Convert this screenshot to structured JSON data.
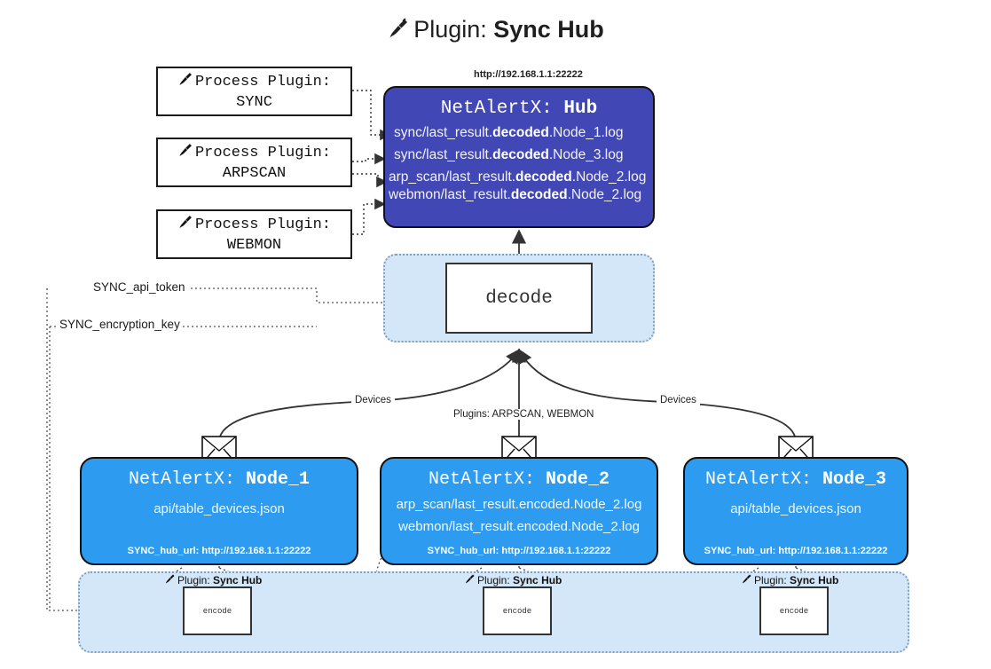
{
  "title": {
    "prefix": "Plugin:",
    "name": "Sync Hub",
    "icon": "plug-icon"
  },
  "colors": {
    "hub_fill": "#4147b5",
    "node_fill": "#2d9cf0",
    "container_fill": "#d4e7f8",
    "container_border": "#7f9fbf",
    "stroke": "#1a1a1a",
    "page_bg": "#ffffff"
  },
  "process_plugins": [
    {
      "title": "Process Plugin:",
      "name": "SYNC",
      "icon": "plug-icon"
    },
    {
      "title": "Process Plugin:",
      "name": "ARPSCAN",
      "icon": "plug-icon"
    },
    {
      "title": "Process Plugin:",
      "name": "WEBMON",
      "icon": "plug-icon"
    }
  ],
  "hub": {
    "url": "http://192.168.1.1:22222",
    "prefix": "NetAlertX:",
    "name": "Hub",
    "logs": [
      {
        "pre": "sync/last_result.",
        "mid": "decoded",
        "post": ".Node_1.log"
      },
      {
        "pre": "sync/last_result.",
        "mid": "decoded",
        "post": ".Node_3.log"
      },
      {
        "pre": "arp_scan/last_result.",
        "mid": "decoded",
        "post": ".Node_2.log"
      },
      {
        "pre": "webmon/last_result.",
        "mid": "decoded",
        "post": ".Node_2.log"
      }
    ]
  },
  "decode": {
    "label": "decode"
  },
  "config_labels": [
    {
      "text": "SYNC_api_token"
    },
    {
      "text": "SYNC_encryption_key"
    }
  ],
  "edge_labels": {
    "devices_left": "Devices",
    "devices_right": "Devices",
    "plugins_center": "Plugins: ARPSCAN, WEBMON"
  },
  "nodes": [
    {
      "prefix": "NetAlertX:",
      "name": "Node_1",
      "lines": [
        "api/table_devices.json"
      ],
      "hub_url_label": "SYNC_hub_url:",
      "hub_url": "http://192.168.1.1:22222",
      "icon": "envelope-icon"
    },
    {
      "prefix": "NetAlertX:",
      "name": "Node_2",
      "lines": [
        "arp_scan/last_result.encoded.Node_2.log",
        "webmon/last_result.encoded.Node_2.log"
      ],
      "hub_url_label": "SYNC_hub_url:",
      "hub_url": "http://192.168.1.1:22222",
      "icon": "envelope-icon"
    },
    {
      "prefix": "NetAlertX:",
      "name": "Node_3",
      "lines": [
        "api/table_devices.json"
      ],
      "hub_url_label": "SYNC_hub_url:",
      "hub_url": "http://192.168.1.1:22222",
      "icon": "envelope-icon"
    }
  ],
  "encoders": [
    {
      "plugin_prefix": "Plugin:",
      "plugin_name": "Sync Hub",
      "label": "encode",
      "icon": "plug-icon"
    },
    {
      "plugin_prefix": "Plugin:",
      "plugin_name": "Sync Hub",
      "label": "encode",
      "icon": "plug-icon"
    },
    {
      "plugin_prefix": "Plugin:",
      "plugin_name": "Sync Hub",
      "label": "encode",
      "icon": "plug-icon"
    }
  ]
}
